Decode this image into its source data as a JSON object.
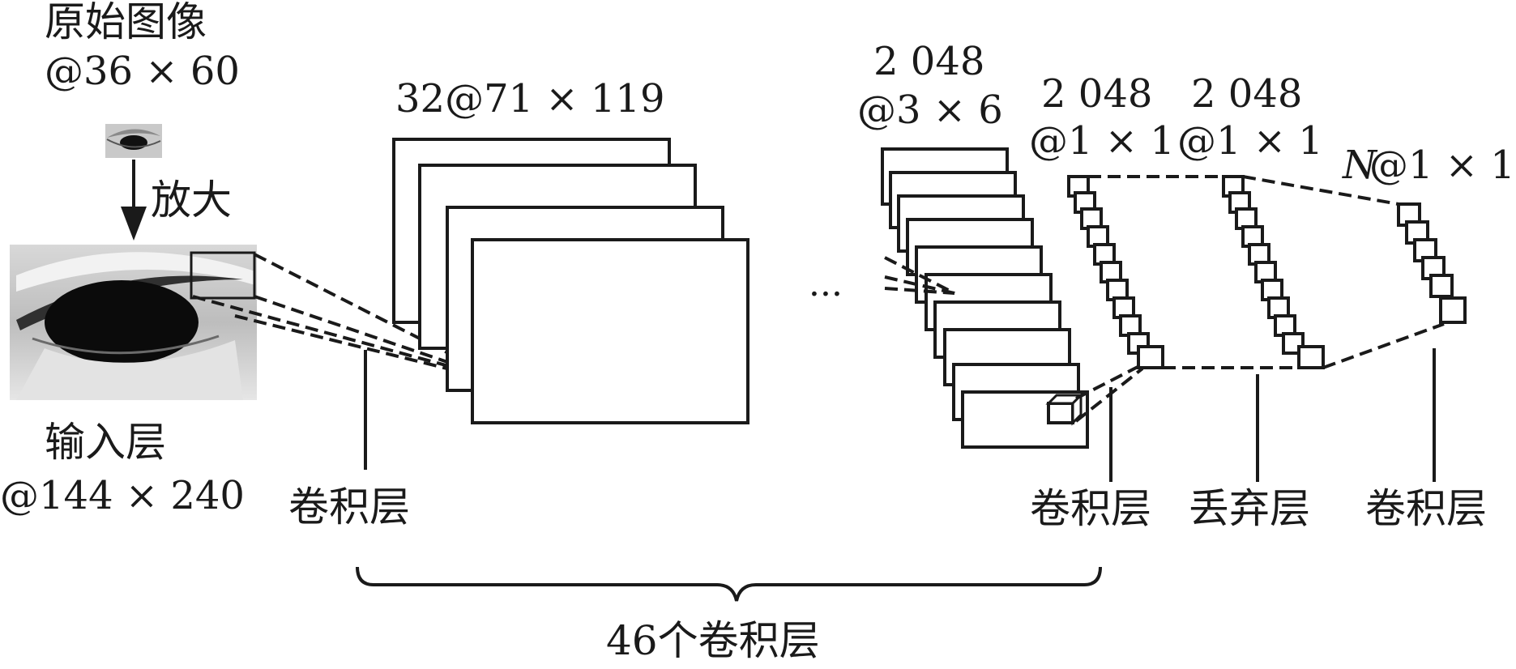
{
  "input": {
    "original_title": "原始图像",
    "original_size": "@36 × 60",
    "zoom_label": "放大",
    "input_layer_label": "输入层",
    "input_layer_size": "@144 × 240"
  },
  "conv1": {
    "size": "32@71 × 119",
    "label": "卷积层"
  },
  "ellipsis": "···",
  "deep_stack": {
    "size_line1": "2 048",
    "size_line2": "@3 × 6"
  },
  "conv_last": {
    "size_line1": "2 048",
    "size_line2": "@1 × 1",
    "label": "卷积层"
  },
  "dropout": {
    "size_line1": "2 048",
    "size_line2": "@1 × 1",
    "label": "丢弃层"
  },
  "output_conv": {
    "size_prefix": "N",
    "size_rest": "@1 × 1",
    "label": "卷积层"
  },
  "brace_label": "46个卷积层",
  "colors": {
    "ink": "#1a1a1a",
    "background": "#ffffff"
  }
}
